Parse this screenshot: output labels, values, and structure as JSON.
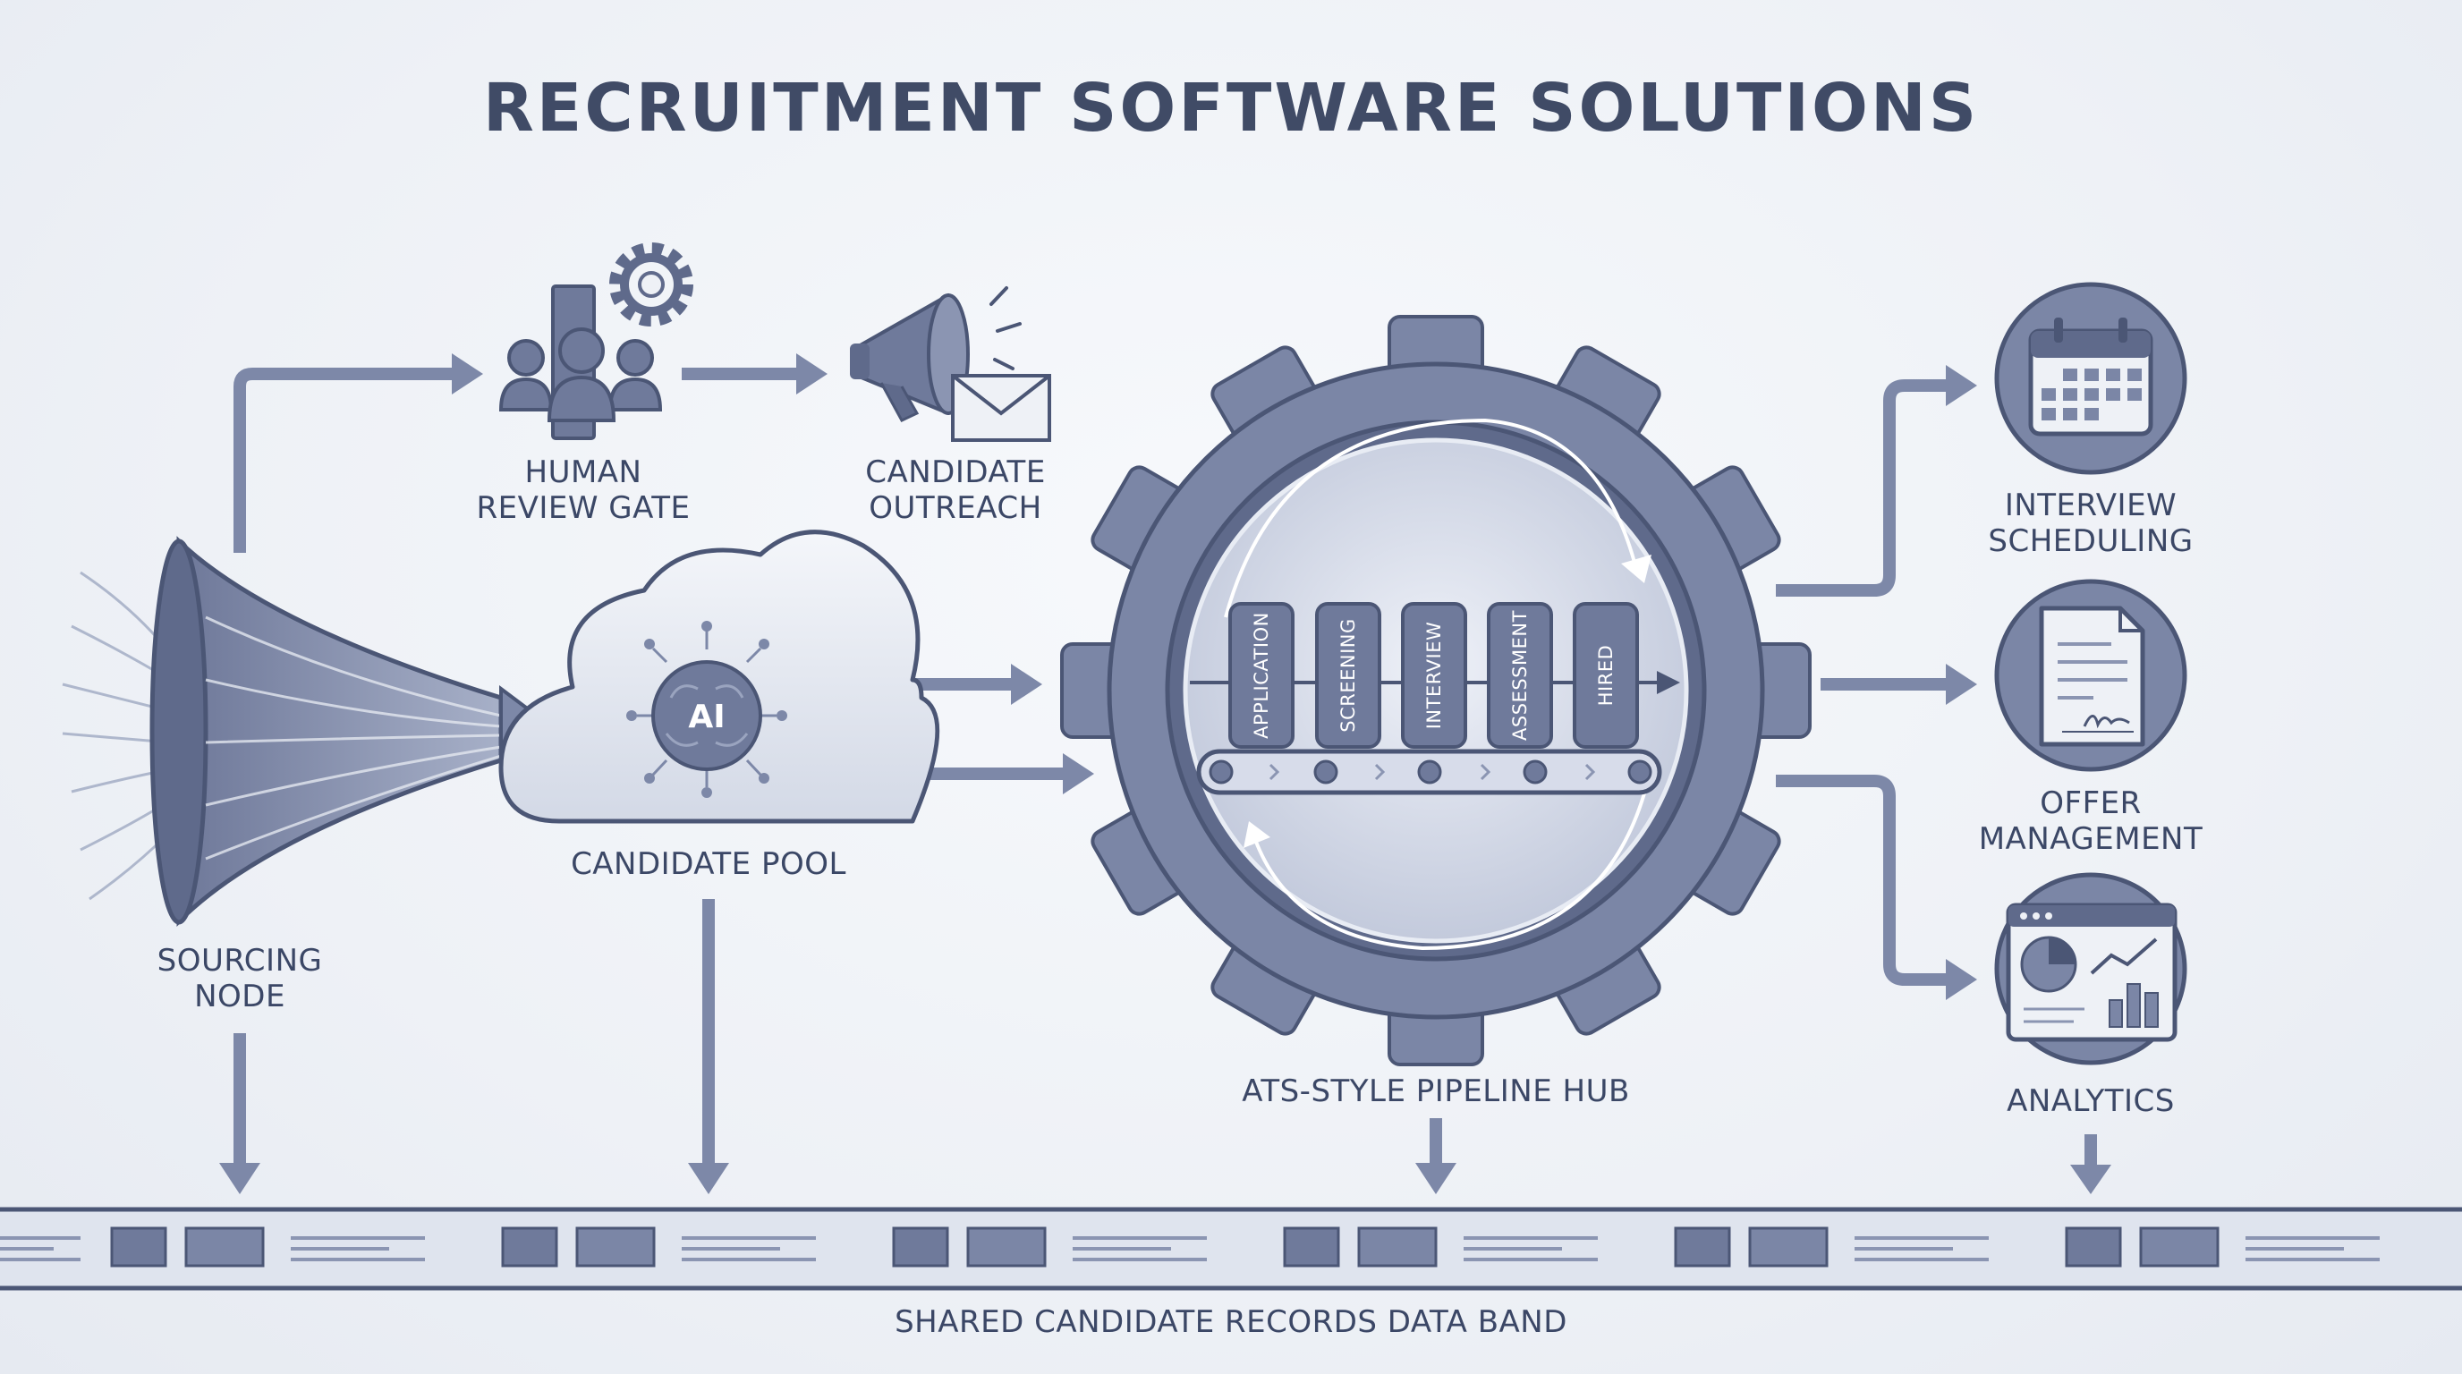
{
  "title": "RECRUITMENT SOFTWARE SOLUTIONS",
  "nodes": {
    "human_review": {
      "line1": "HUMAN",
      "line2": "REVIEW GATE"
    },
    "outreach": {
      "line1": "CANDIDATE",
      "line2": "OUTREACH"
    },
    "sourcing": {
      "line1": "SOURCING",
      "line2": "NODE"
    },
    "pool": {
      "label": "CANDIDATE POOL",
      "badge": "AI"
    },
    "hub": {
      "label": "ATS-STYLE PIPELINE HUB"
    },
    "scheduling": {
      "line1": "INTERVIEW",
      "line2": "SCHEDULING"
    },
    "offer": {
      "line1": "OFFER",
      "line2": "MANAGEMENT"
    },
    "analytics": {
      "label": "ANALYTICS"
    }
  },
  "pipeline_stages": [
    "APPLICATION",
    "SCREENING",
    "INTERVIEW",
    "ASSESSMENT",
    "HIRED"
  ],
  "data_band": {
    "label": "SHARED CANDIDATE RECORDS DATA BAND"
  },
  "colors": {
    "primary": "#7b86a6",
    "dark": "#4b5675",
    "light": "#c9d0e0",
    "background": "#eef1f6"
  }
}
